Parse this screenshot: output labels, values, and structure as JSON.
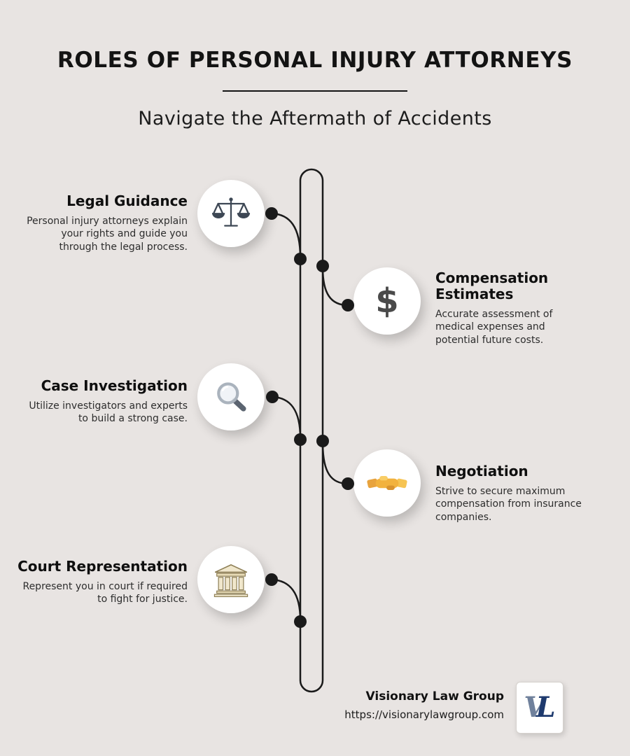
{
  "page": {
    "title": "ROLES OF PERSONAL INJURY ATTORNEYS",
    "subtitle": "Navigate the Aftermath of Accidents"
  },
  "items": [
    {
      "id": "legal-guidance",
      "side": "left",
      "title": "Legal Guidance",
      "description": "Personal injury attorneys explain your rights and guide you through the legal process.",
      "icon": "scales-of-justice-icon"
    },
    {
      "id": "compensation-estimates",
      "side": "right",
      "title": "Compensation Estimates",
      "description": "Accurate assessment of medical expenses and potential future costs.",
      "icon": "dollar-sign-icon"
    },
    {
      "id": "case-investigation",
      "side": "left",
      "title": "Case Investigation",
      "description": "Utilize investigators and experts to build a strong case.",
      "icon": "magnifying-glass-icon"
    },
    {
      "id": "negotiation",
      "side": "right",
      "title": "Negotiation",
      "description": "Strive to secure maximum compensation from insurance companies.",
      "icon": "handshake-icon"
    },
    {
      "id": "court-representation",
      "side": "left",
      "title": "Court Representation",
      "description": "Represent you in court if required to fight for justice.",
      "icon": "courthouse-icon"
    }
  ],
  "icons": {
    "dollar_glyph": "$"
  },
  "footer": {
    "brand": "Visionary Law Group",
    "url": "https://visionarylawgroup.com",
    "logo_v": "V",
    "logo_l": "L"
  },
  "colors": {
    "background": "#e8e4e2",
    "line": "#1a1a1a",
    "logo_navy": "#1e3a6e"
  }
}
